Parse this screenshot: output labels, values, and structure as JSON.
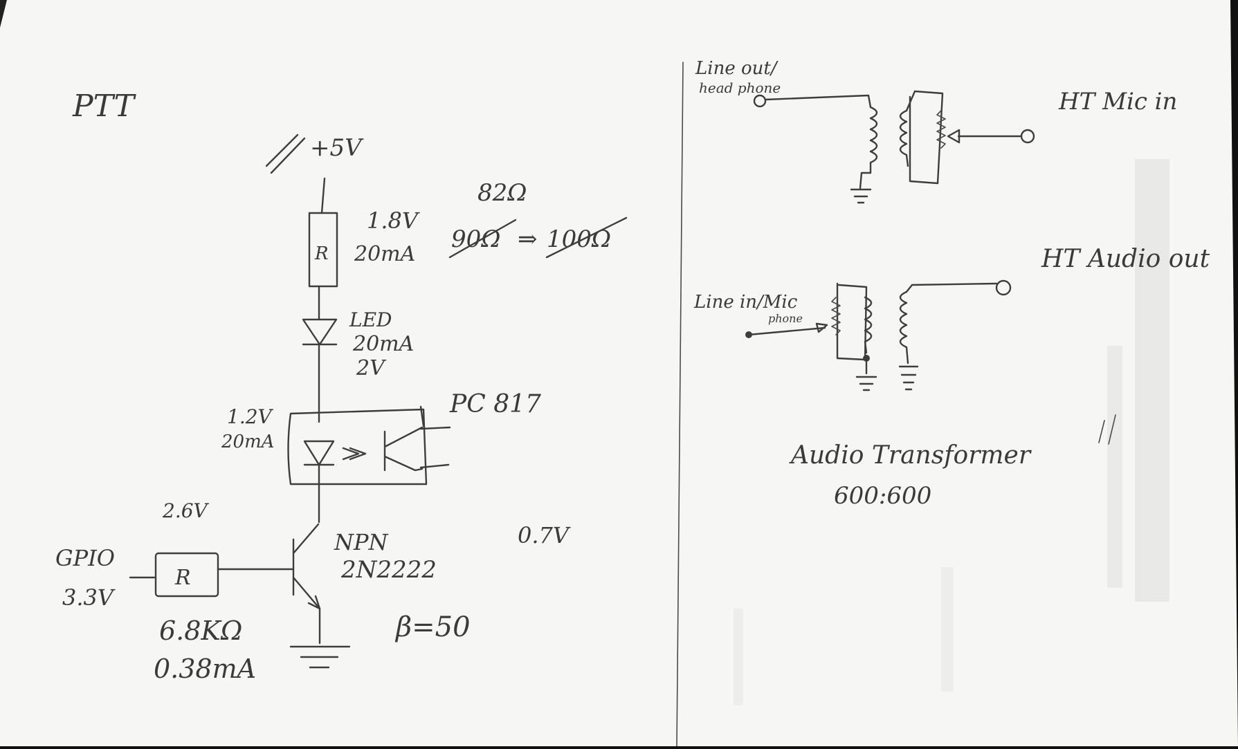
{
  "ptt": {
    "title": "PTT",
    "supply": "+5V",
    "resistor_top": "R",
    "res_voltage": "1.8V",
    "res_current": "20mA",
    "res_value_new": "82Ω",
    "res_value_old1": "90Ω",
    "res_value_arrow": "⇒",
    "res_value_old2": "100Ω",
    "led_label": "LED",
    "led_current": "20mA",
    "led_voltage": "2V",
    "opto_voltage": "1.2V",
    "opto_current": "20mA",
    "opto_part": "PC 817",
    "base_voltage": "2.6V",
    "gpio_label": "GPIO",
    "gpio_voltage": "3.3V",
    "resistor_base": "R",
    "base_res_value": "6.8KΩ",
    "base_current": "0.38mA",
    "npn_label": "NPN",
    "npn_part": "2N2222",
    "vbe": "0.7V",
    "beta": "β=50"
  },
  "audio": {
    "lineout_label_1": "Line out/",
    "lineout_label_2": "head phone",
    "ht_mic_in": "HT Mic in",
    "ht_audio_out": "HT Audio out",
    "linein_label": "Line in/Mic",
    "linein_label_2": "phone",
    "transformer_label": "Audio Transformer",
    "transformer_ratio": "600:600"
  }
}
